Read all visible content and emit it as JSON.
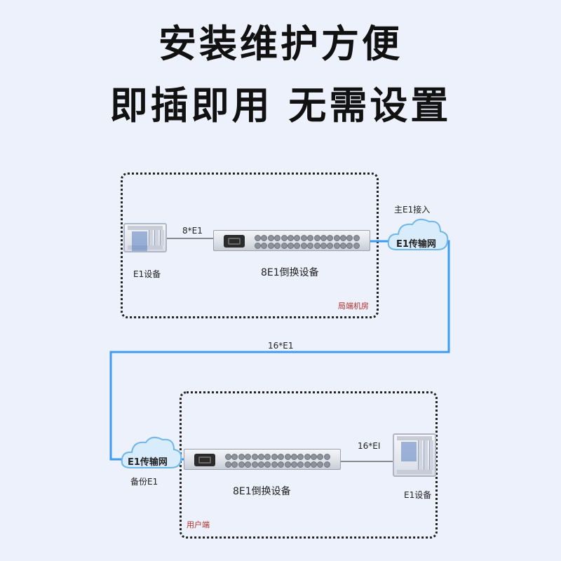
{
  "headline": {
    "line1": "安装维护方便",
    "line2": "即插即用  无需设置"
  },
  "top_site": {
    "room_label": "局端机房",
    "e1_device_label": "E1设备",
    "link_label": "8*E1",
    "device_label": "8E1倒换设备"
  },
  "primary": {
    "access_label": "主E1接入",
    "cloud_label": "E1传输网"
  },
  "trunk_label": "16*E1",
  "backup": {
    "cloud_label": "E1传输网",
    "label": "备份E1"
  },
  "bottom_site": {
    "room_label": "用户端",
    "device_label": "8E1倒换设备",
    "link_label": "16*EI",
    "e1_device_label": "E1设备"
  },
  "colors": {
    "blue_link": "#3d9bf0",
    "cloud_fill": "#d8ecfb",
    "cloud_stroke": "#6fb6ea",
    "room_label": "#b0302a"
  }
}
